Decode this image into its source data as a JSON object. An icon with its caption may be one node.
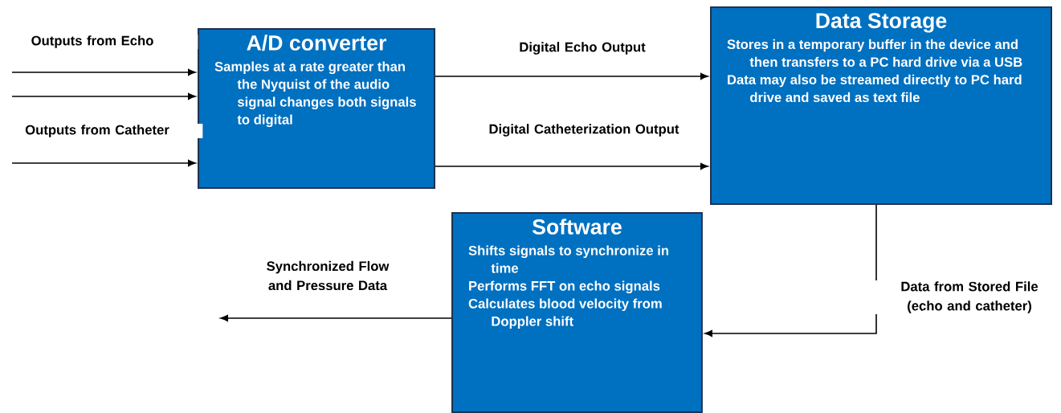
{
  "diagram": {
    "nodes": [
      {
        "text": [
          "A/D converter",
          "Samples at a rate greater than the Nyquist of the audio signal changes both signals to digital"
        ]
      },
      {
        "text": [
          "Data Storage",
          "Stores in a temporary buffer in the device and then transfers to a PC hard drive via a USB",
          "Data may also be streamed directly to PC hard drive and saved as text file"
        ]
      },
      {
        "text": [
          "Software",
          "Shifts signals to synchronize in time",
          "Performs FFT on echo signals",
          "Calculates blood velocity from Doppler shift"
        ]
      }
    ],
    "edges": [
      {
        "from": null,
        "to": 0,
        "arrow": "to",
        "label": "Outputs from Echo"
      },
      {
        "from": null,
        "to": 0,
        "arrow": "to"
      },
      {
        "from": null,
        "to": 0,
        "arrow": "to",
        "label": "Outputs from Catheter"
      },
      {
        "from": 0,
        "to": 1,
        "arrow": "to",
        "label": "Digital Echo Output"
      },
      {
        "from": 0,
        "to": 1,
        "arrow": "to",
        "label": "Digital Catheterization Output"
      },
      {
        "from": 1,
        "to": 2,
        "arrow": "to",
        "label": "Data from Stored File (echo and catheter)"
      },
      {
        "from": 2,
        "to": null,
        "arrow": "to",
        "label": "Synchronized Flow and Pressure Data"
      }
    ]
  }
}
